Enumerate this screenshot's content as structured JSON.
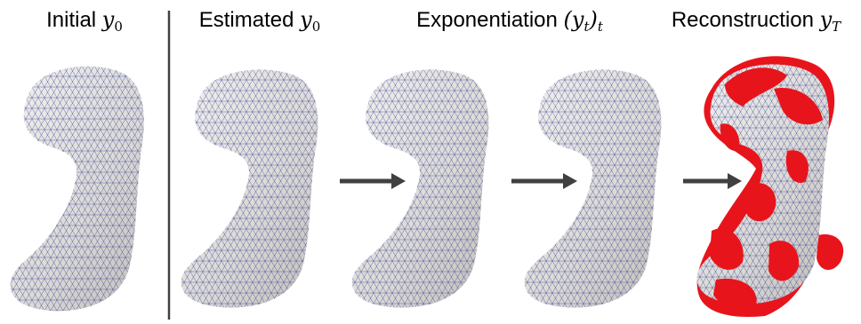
{
  "titles": {
    "initial": {
      "text": "Initial",
      "var": "y",
      "sub": "0"
    },
    "estimated": {
      "text": "Estimated",
      "var": "y",
      "sub": "0"
    },
    "exponentiation": {
      "text": "Exponentiation",
      "expr": "(y",
      "sub": "t",
      "close": ")",
      "sub2": "t"
    },
    "reconstruction": {
      "text": "Reconstruction",
      "var": "y",
      "sub": "T"
    }
  },
  "colors": {
    "mesh_fill": "#e4e2df",
    "mesh_shade": "#c9c6c2",
    "mesh_edges": "#1e2a8a",
    "arrow": "#404040",
    "divider": "#404040",
    "target_overlay": "#e8141b"
  },
  "arrows_count": 3
}
